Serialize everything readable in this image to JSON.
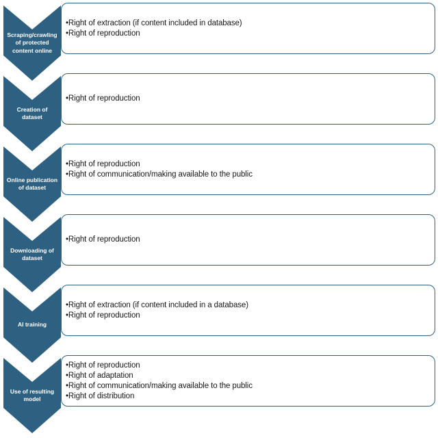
{
  "colors": {
    "chevron_fill": "#2E6181",
    "box_border": "#2E6181",
    "label_text": "#FFFFFF",
    "bullet_text": "#161616"
  },
  "sections": [
    {
      "label": "Scraping/crawling\nof protected\ncontent online",
      "bullets": [
        "•Right of extraction (if content included in database)",
        "•Right of reproduction"
      ]
    },
    {
      "label": "Creation of\ndataset",
      "bullets": [
        "•Right of reproduction"
      ]
    },
    {
      "label": "Online publication\nof dataset",
      "bullets": [
        "•Right of reproduction",
        "•Right of communication/making available to the public"
      ]
    },
    {
      "label": "Downloading of\ndataset",
      "bullets": [
        "•Right of reproduction"
      ]
    },
    {
      "label": "AI training",
      "bullets": [
        "•Right of extraction (if content included in a database)",
        "•Right of reproduction"
      ]
    },
    {
      "label": "Use of resulting\nmodel",
      "bullets": [
        "•Right of reproduction",
        "•Right of adaptation",
        "•Right of communication/making available to the public",
        "•Right of distribution"
      ]
    }
  ]
}
